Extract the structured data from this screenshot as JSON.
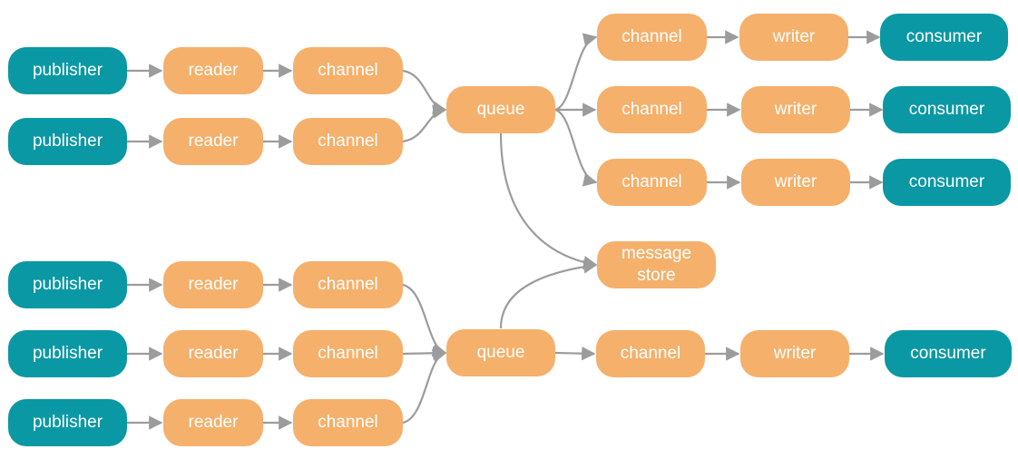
{
  "labels": {
    "publisher": "publisher",
    "reader": "reader",
    "channel": "channel",
    "queue": "queue",
    "writer": "writer",
    "consumer": "consumer",
    "store_line1": "message",
    "store_line2": "store"
  },
  "colors": {
    "producer_consumer": "#0a98a4",
    "pipeline": "#f5b06b",
    "edge": "#9c9c9c",
    "text": "#ffffff"
  }
}
